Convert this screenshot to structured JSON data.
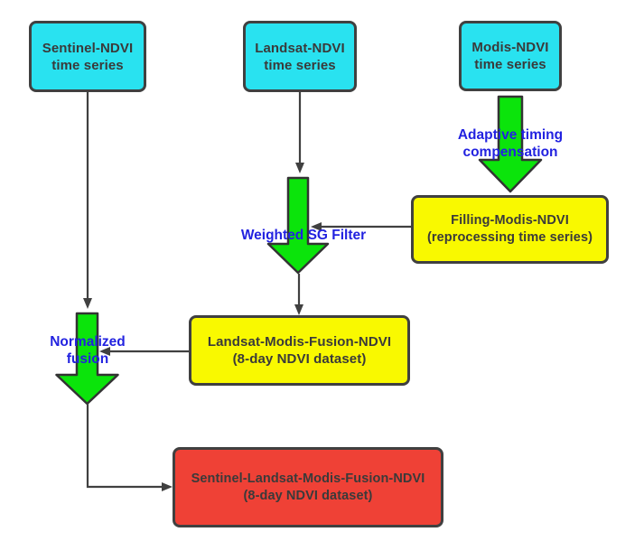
{
  "diagram": {
    "title": "NDVI multi-sensor fusion flowchart",
    "nodes": {
      "sentinel": {
        "line1": "Sentinel-NDVI",
        "line2": "time series"
      },
      "landsat": {
        "line1": "Landsat-NDVI",
        "line2": "time series"
      },
      "modis": {
        "line1": "Modis-NDVI",
        "line2": "time series"
      },
      "filling": {
        "line1": "Filling-Modis-NDVI",
        "line2": "(reprocessing time series)"
      },
      "fusion": {
        "line1": "Landsat-Modis-Fusion-NDVI",
        "line2": "(8-day NDVI dataset)"
      },
      "final": {
        "line1": "Sentinel-Landsat-Modis-Fusion-NDVI",
        "line2": "(8-day NDVI dataset)"
      }
    },
    "process_labels": {
      "adaptive": {
        "line1": "Adaptive timing",
        "line2": "compensation"
      },
      "weighted": {
        "line1": "Weighted SG Filter"
      },
      "normalized": {
        "line1": "Normalized",
        "line2": "fusion"
      }
    },
    "colors": {
      "node_cyan": "#29e2f0",
      "node_yellow": "#f9f900",
      "node_red": "#ef4136",
      "arrow_green": "#0be40b",
      "wire_dark": "#404040",
      "label_blue": "#2222e0",
      "text_dark": "#3a3a3a",
      "background": "#ffffff"
    }
  }
}
